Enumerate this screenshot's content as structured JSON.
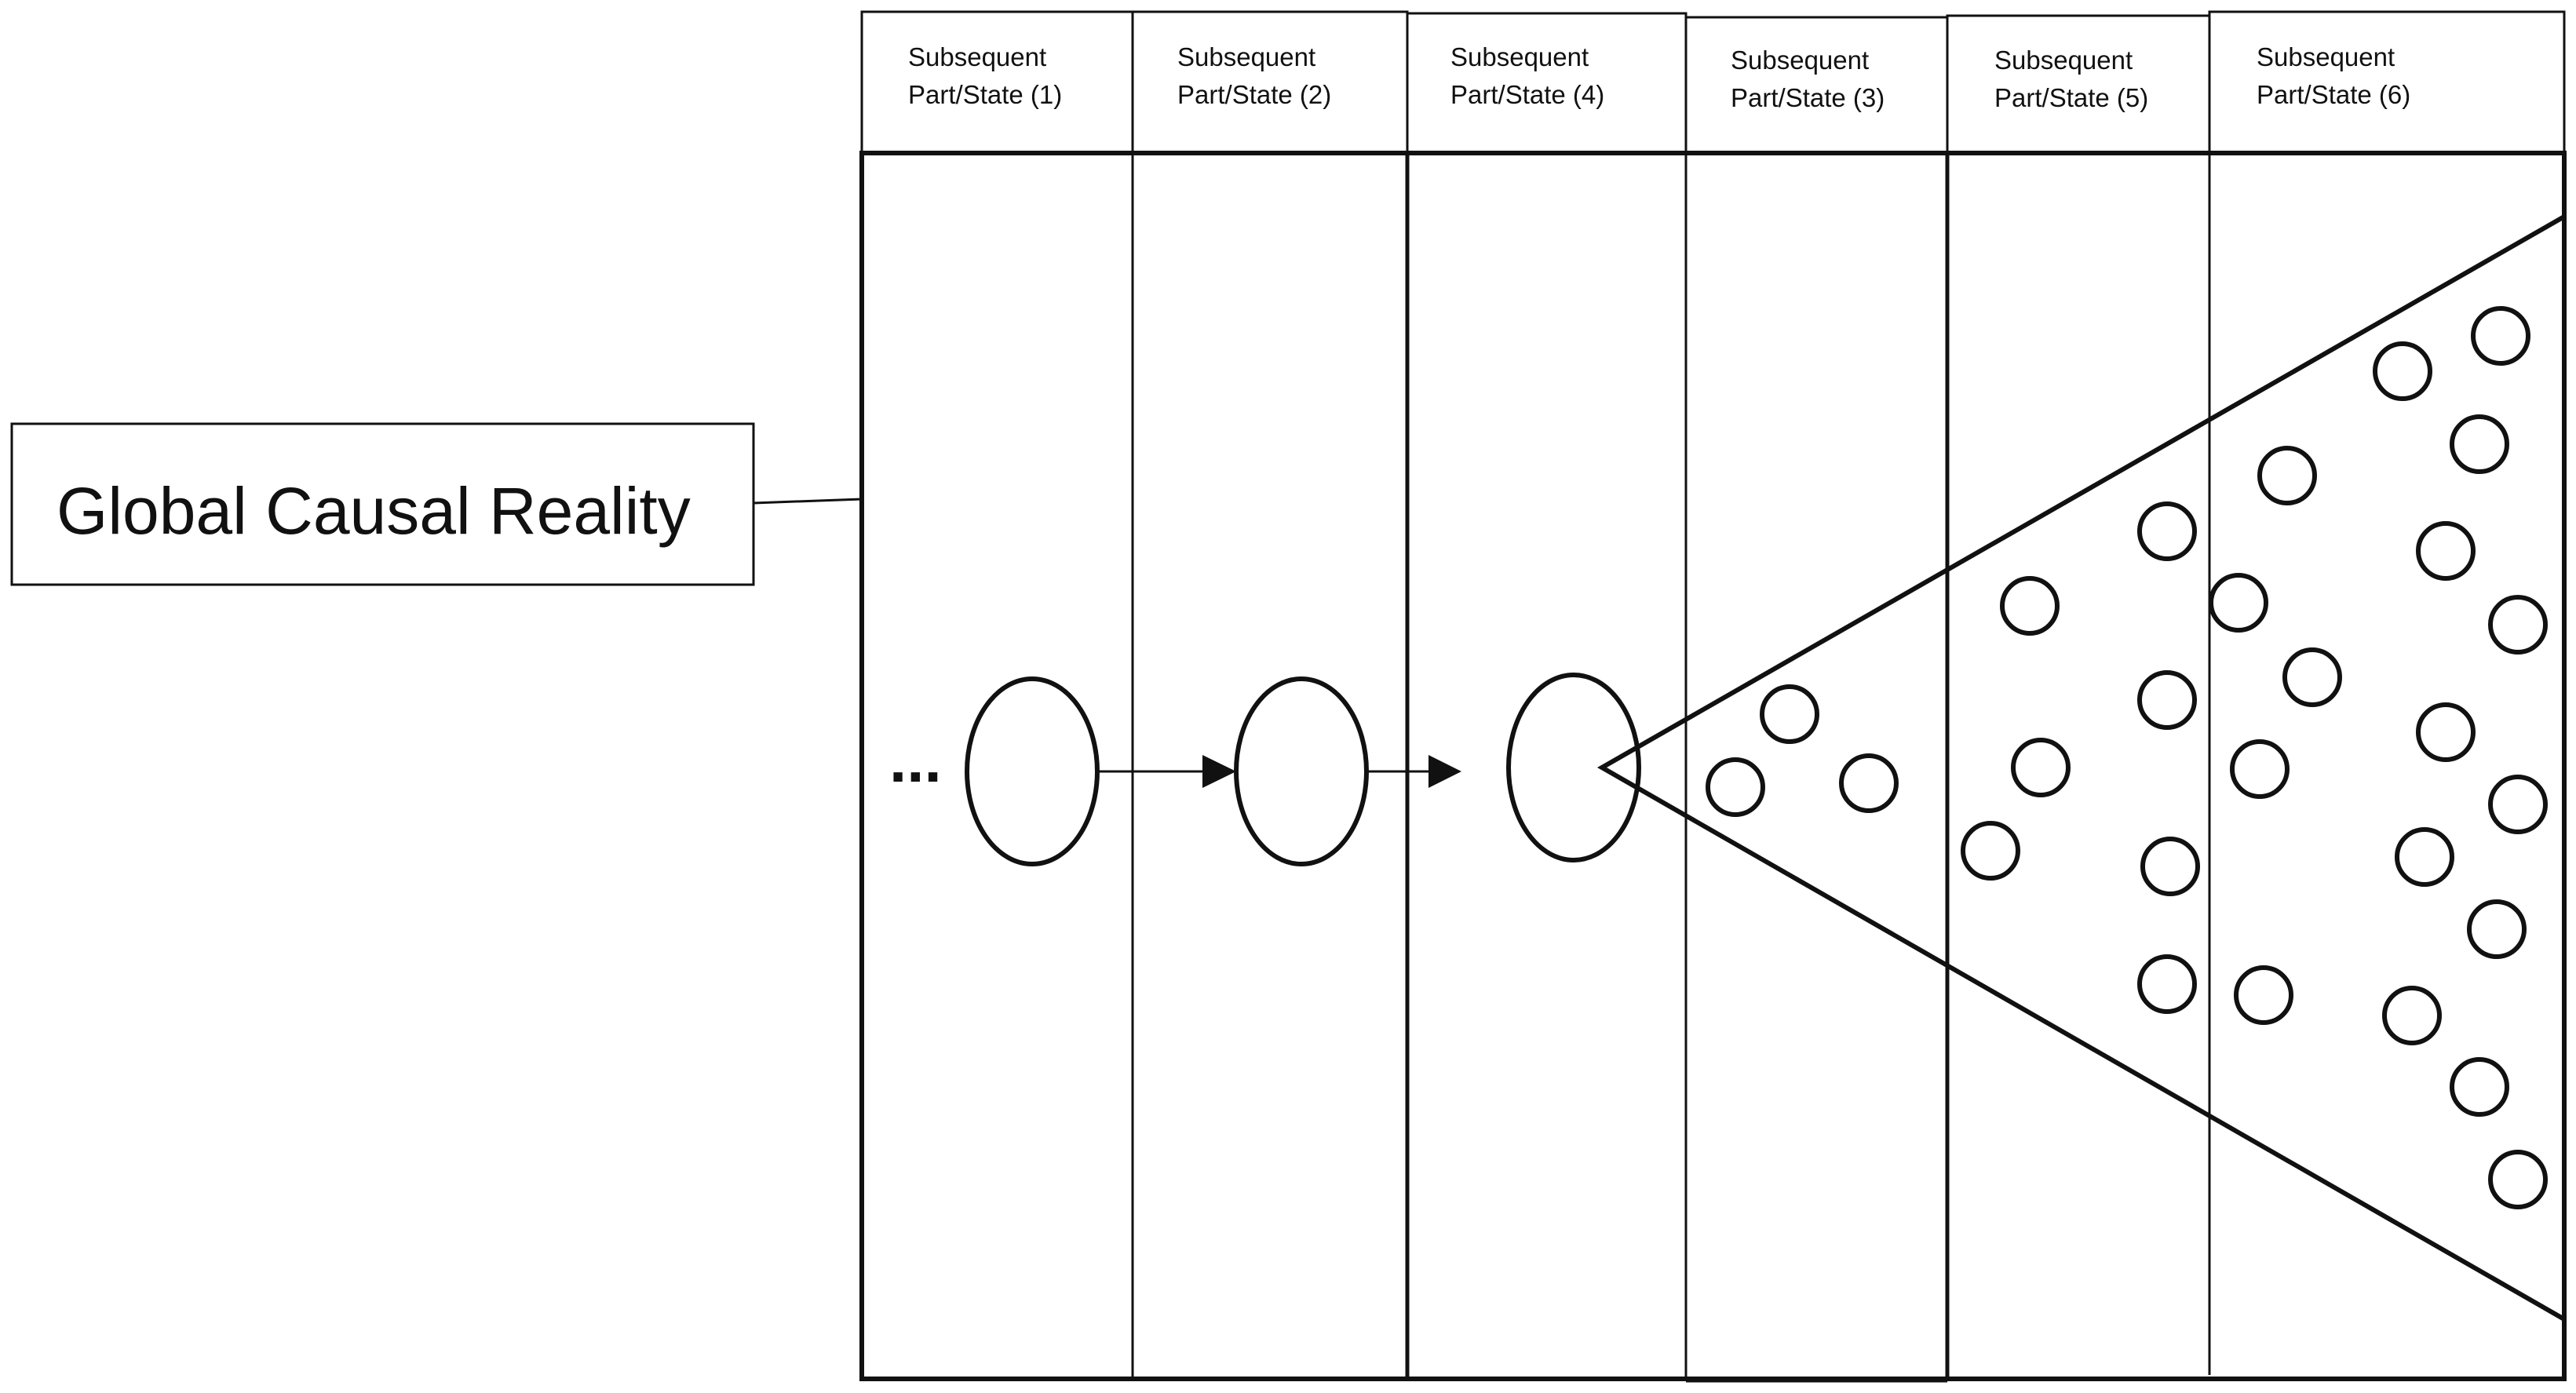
{
  "diagram": {
    "title_label": "Global Causal Reality",
    "ellipsis": "...",
    "columns": [
      {
        "line1": "Subsequent",
        "line2": "Part/State (1)"
      },
      {
        "line1": "Subsequent",
        "line2": "Part/State (2)"
      },
      {
        "line1": "Subsequent",
        "line2": "Part/State (4)"
      },
      {
        "line1": "Subsequent",
        "line2": "Part/State (3)"
      },
      {
        "line1": "Subsequent",
        "line2": "Part/State (5)"
      },
      {
        "line1": "Subsequent",
        "line2": "Part/State (6)"
      }
    ],
    "stroke_color": "#111111",
    "background_color": "#ffffff"
  }
}
